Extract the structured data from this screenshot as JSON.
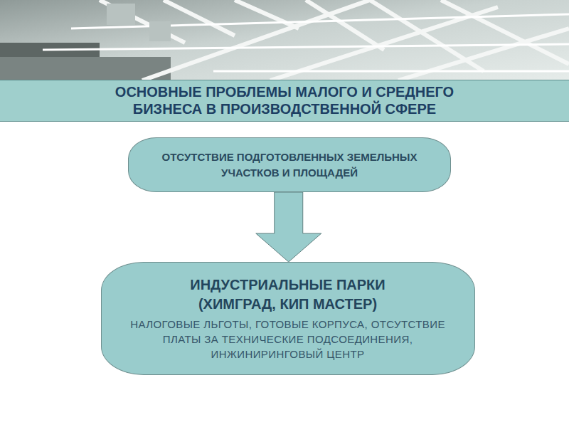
{
  "diagram": {
    "title": "ОСНОВНЫЕ ПРОБЛЕМЫ МАЛОГО И СРЕДНЕГО БИЗНЕСА В ПРОИЗВОДСТВЕННОЙ СФЕРЕ",
    "nodes": [
      {
        "text": [
          "ОТСУТСТВИЕ ПОДГОТОВЛЕННЫХ ЗЕМЕЛЬНЫХ УЧАСТКОВ И ПЛОЩАДЕЙ"
        ]
      },
      {
        "text": [
          "ИНДУСТРИАЛЬНЫЕ ПАРКИ (ХИМГРАД, КИП МАСТЕР)",
          "НАЛОГОВЫЕ ЛЬГОТЫ, ГОТОВЫЕ КОРПУСА, ОТСУТСТВИЕ ПЛАТЫ ЗА ТЕХНИЧЕСКИЕ ПОДСОЕДИНЕНИЯ, ИНЖИНИРИНГОВЫЙ ЦЕНТР"
        ]
      }
    ],
    "edges": [
      {
        "from": 0,
        "to": 1,
        "arrow": "to"
      }
    ]
  }
}
